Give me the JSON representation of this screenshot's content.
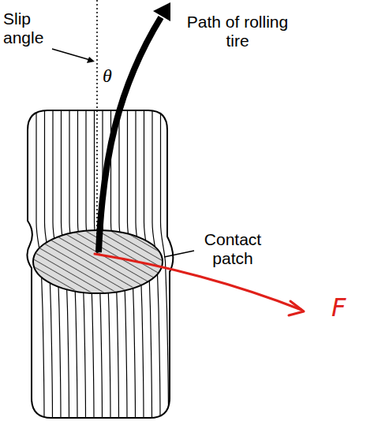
{
  "diagram": {
    "labels": [
      "Slip angle",
      "θ",
      "Path of rolling tire",
      "Contact patch",
      "F"
    ]
  }
}
